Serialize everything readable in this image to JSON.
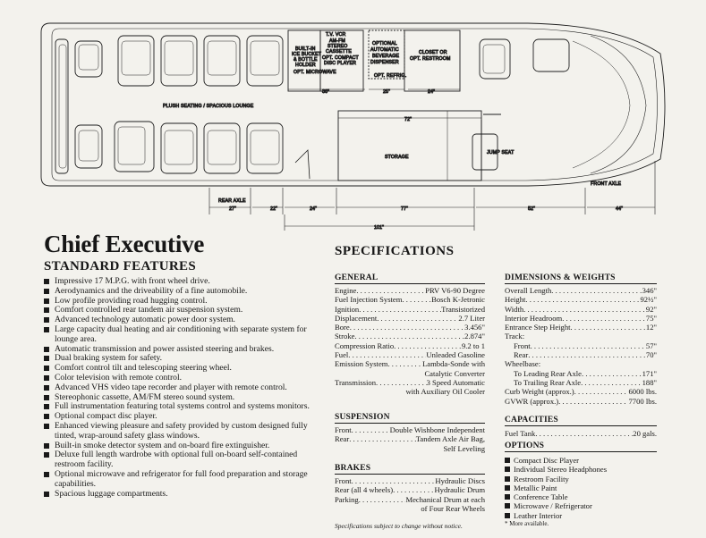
{
  "floorplan": {
    "labels": {
      "vcr": "T.V. VCR",
      "stereo": [
        "AM-FM",
        "STEREO",
        "CASSETTE",
        "OPT. COMPACT",
        "DISC PLAYER"
      ],
      "ice": [
        "BUILT-IN",
        "ICE BUCKET",
        "& BOTTLE",
        "HOLDER"
      ],
      "microwave": "OPT. MICROWAVE",
      "beverage": [
        "OPTIONAL",
        "AUTOMATIC",
        "BEVERAGE",
        "DISPENSER"
      ],
      "refrig": "OPT. REFRIG.",
      "closet": [
        "CLOSET OR",
        "OPT. RESTROOM"
      ],
      "lounge": "PLUSH SEATING / SPACIOUS LOUNGE",
      "storage": "STORAGE",
      "jump_seat": "JUMP SEAT",
      "rear_axle": "REAR AXLE",
      "front_axle": "FRONT AXLE"
    },
    "dims": {
      "d36": "36\"",
      "d25": "25\"",
      "d24top": "24\"",
      "d72": "72\"",
      "d27": "27\"",
      "d22": "22\"",
      "d24": "24\"",
      "d77": "77\"",
      "d52": "52\"",
      "d44": "44\"",
      "d101": "101\""
    }
  },
  "title": "Chief Executive",
  "subtitle": "STANDARD FEATURES",
  "features": [
    "Impressive 17 M.P.G. with front wheel drive.",
    "Aerodynamics and the driveability of a fine automobile.",
    "Low profile providing road hugging control.",
    "Comfort controlled rear tandem air suspension system.",
    "Advanced technology automatic power door system.",
    "Large capacity dual heating and air conditioning with separate system for lounge area.",
    "Automatic transmission and power assisted steering and brakes.",
    "Dual braking system for safety.",
    "Comfort control tilt and telescoping steering wheel.",
    "Color television with remote control.",
    "Advanced VHS video tape recorder and player with remote control.",
    "Stereophonic cassette, AM/FM stereo sound system.",
    "Full instrumentation featuring total systems control and systems monitors.",
    "Optional compact disc player.",
    "Enhanced viewing pleasure and safety provided by custom designed fully tinted, wrap-around safety glass windows.",
    "Built-in smoke detector system and on-board fire extinguisher.",
    "Deluxe full length wardrobe with optional full on-board self-contained restroom facility.",
    "Optional microwave and refrigerator for full food preparation and storage capabilities.",
    "Spacious luggage compartments."
  ],
  "specifications": {
    "title": "SPECIFICATIONS",
    "general": {
      "heading": "GENERAL",
      "rows": [
        {
          "k": "Engine",
          "v": "PRV V6-90 Degree"
        },
        {
          "k": "Fuel Injection System",
          "v": "Bosch K-Jetronic"
        },
        {
          "k": "Ignition",
          "v": "Transistorized"
        },
        {
          "k": "Displacement",
          "v": "2.7 Liter"
        },
        {
          "k": "Bore",
          "v": "3.456\""
        },
        {
          "k": "Stroke",
          "v": "2.874\""
        },
        {
          "k": "Compression Ratio",
          "v": "9.2 to 1"
        },
        {
          "k": "Fuel",
          "v": "Unleaded Gasoline"
        },
        {
          "k": "Emission System",
          "v": "Lambda-Sonde with"
        },
        {
          "k": "",
          "v": "Catalytic Converter"
        },
        {
          "k": "Transmission",
          "v": "3 Speed Automatic"
        },
        {
          "k": "",
          "v": "with Auxiliary Oil Cooler"
        }
      ]
    },
    "suspension": {
      "heading": "SUSPENSION",
      "rows": [
        {
          "k": "Front",
          "v": "Double Wishbone Independent"
        },
        {
          "k": "Rear",
          "v": "Tandem Axle Air Bag,"
        },
        {
          "k": "",
          "v": "Self Leveling"
        }
      ]
    },
    "brakes": {
      "heading": "BRAKES",
      "rows": [
        {
          "k": "Front",
          "v": "Hydraulic Discs"
        },
        {
          "k": "Rear (all 4 wheels)",
          "v": "Hydraulic Drum"
        },
        {
          "k": "Parking",
          "v": "Mechanical Drum at each"
        },
        {
          "k": "",
          "v": "of Four Rear Wheels"
        }
      ]
    },
    "note": "Specifications subject to change without notice."
  },
  "dimensions": {
    "heading": "DIMENSIONS & WEIGHTS",
    "rows": [
      {
        "k": "Overall Length",
        "v": "346\""
      },
      {
        "k": "Height",
        "v": "92½\""
      },
      {
        "k": "Width",
        "v": "92\""
      },
      {
        "k": "Interior Headroom",
        "v": "75\""
      },
      {
        "k": "Entrance Step Height",
        "v": "12\""
      },
      {
        "k": "Track:",
        "v": ""
      },
      {
        "k": "Front",
        "v": "57\"",
        "indent": true
      },
      {
        "k": "Rear",
        "v": "70\"",
        "indent": true
      },
      {
        "k": "Wheelbase:",
        "v": ""
      },
      {
        "k": "To Leading Rear Axle",
        "v": "171\"",
        "indent": true
      },
      {
        "k": "To Trailing Rear Axle",
        "v": "188\"",
        "indent": true
      },
      {
        "k": "Curb Weight (approx.)",
        "v": "6000 lbs."
      },
      {
        "k": "GVWR (approx.)",
        "v": "7700 lbs."
      }
    ]
  },
  "capacities": {
    "heading": "CAPACITIES",
    "rows": [
      {
        "k": "Fuel Tank",
        "v": "20 gals."
      }
    ]
  },
  "options": {
    "heading": "OPTIONS",
    "items": [
      "Compact Disc Player",
      "Individual Stereo Headphones",
      "Restroom Facility",
      "Metallic Paint",
      "Conference Table",
      "Microwave / Refrigerator",
      "Leather Interior"
    ],
    "note": "* More available."
  }
}
